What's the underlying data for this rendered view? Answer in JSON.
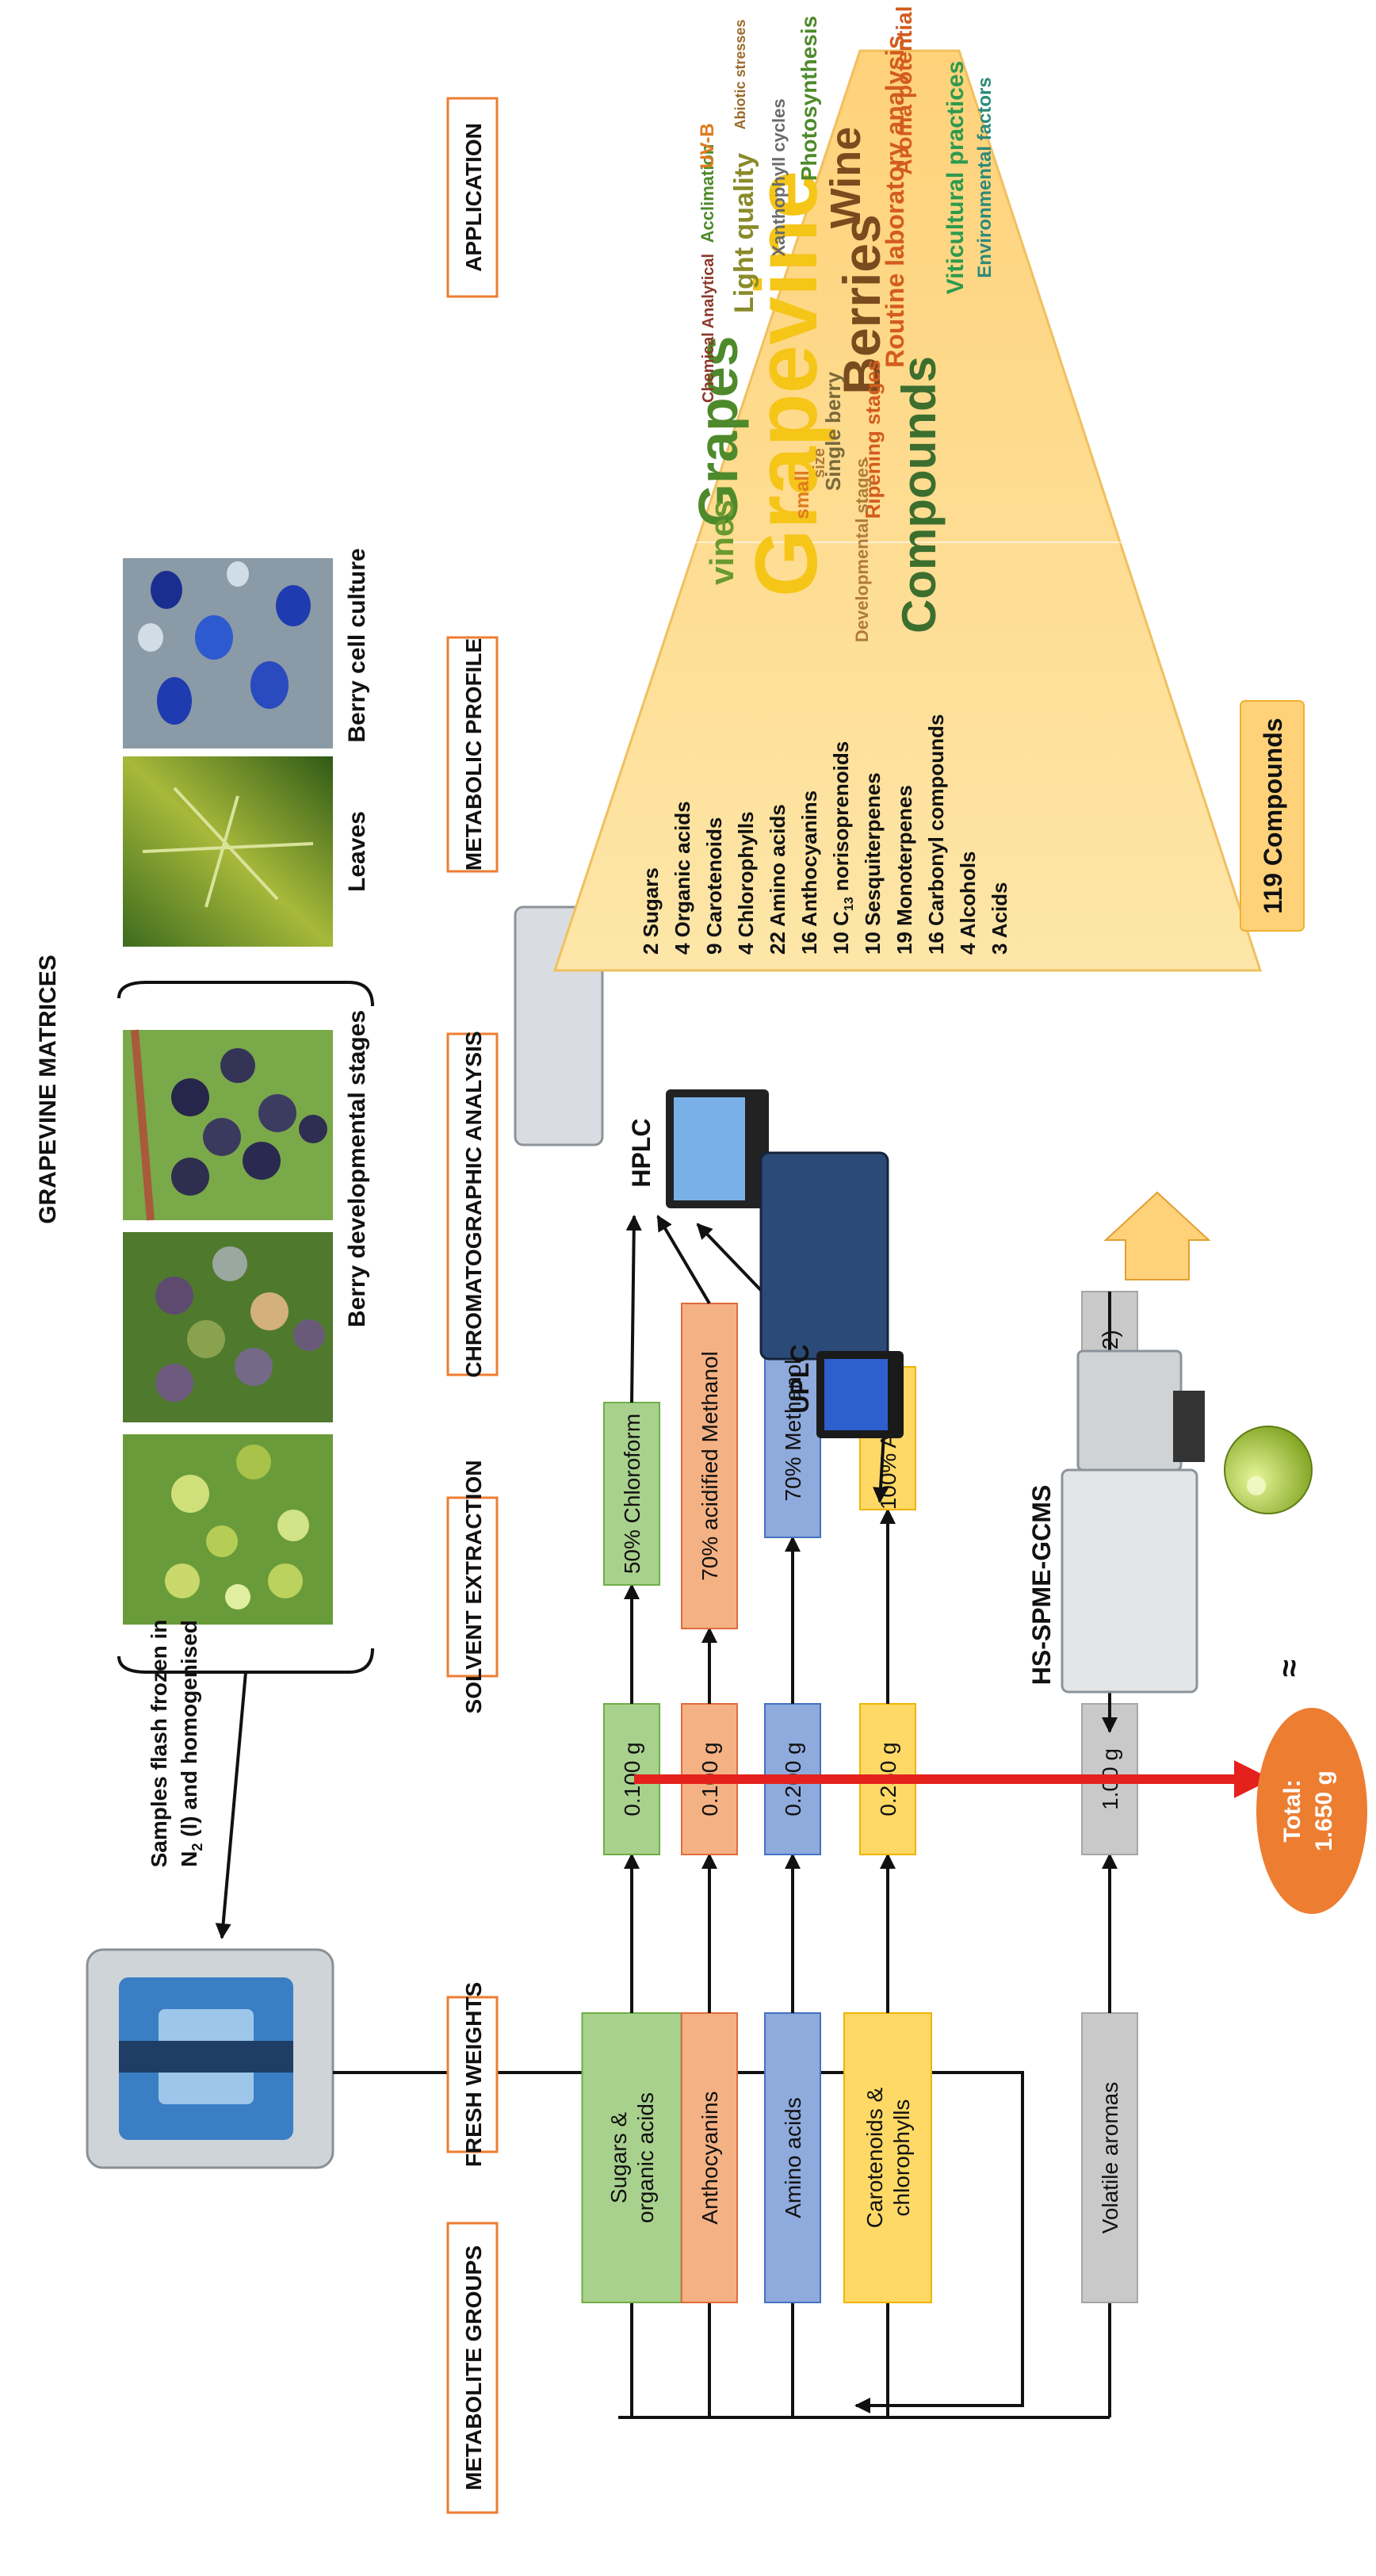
{
  "diagram_title": "GRAPEVINE MATRICES",
  "matrices": {
    "group_label": "Berry developmental stages",
    "leaves_label": "Leaves",
    "culture_label": "Berry cell culture"
  },
  "homogeniser_note": {
    "line1": "Samples flash frozen in",
    "line2_prefix": "N",
    "line2_sub": "2",
    "line2_suffix": " (l) and homogenised"
  },
  "column_headers": [
    "METABOLITE GROUPS",
    "FRESH WEIGHTS",
    "SOLVENT EXTRACTION",
    "CHROMATOGRAPHIC ANALYSIS",
    "METABOLIC PROFILE",
    "APPLICATION"
  ],
  "rows": [
    {
      "group": "Sugars &\norganic acids",
      "weight": "0.100 g",
      "solvent": "50% Chloroform",
      "color": "#a9d18e",
      "border": "#70ad47"
    },
    {
      "group": "Anthocyanins",
      "weight": "0.100 g",
      "solvent": "70% acidified Methanol",
      "color": "#f4b183",
      "border": "#e06c3c"
    },
    {
      "group": "Amino acids",
      "weight": "0.200 g",
      "solvent": "70% Methanol",
      "color": "#8faadc",
      "border": "#4472c4"
    },
    {
      "group": "Carotenoids &\nchlorophylls",
      "weight": "0.250 g",
      "solvent": "100% Acetone",
      "color": "#ffd966",
      "border": "#f0b400"
    },
    {
      "group": "Volatile aromas",
      "weight": "1.00 g",
      "solvent": "5 g/L Tartaric acid (pH 3.2)",
      "color": "#c9c9c9",
      "border": "#a6a6a6"
    }
  ],
  "instruments": [
    "HPLC",
    "UPLC",
    "HS-SPME-GCMS"
  ],
  "total": {
    "line1": "Total:",
    "line2": "1.650 g",
    "color": "#ed7d31"
  },
  "approx_symbol": "≈",
  "profile_items": [
    {
      "text": "2 Sugars"
    },
    {
      "text": "4 Organic acids"
    },
    {
      "text": "9 Carotenoids"
    },
    {
      "text": "4 Chlorophylls"
    },
    {
      "text": "22 Amino acids"
    },
    {
      "text": "16 Anthocyanins"
    },
    {
      "text": "10 C13 norisoprenoids",
      "pre": "10 C",
      "sub": "13",
      "post": " norisoprenoids"
    },
    {
      "text": "10 Sesquiterpenes"
    },
    {
      "text": "19 Monoterpenes"
    },
    {
      "text": "16 Carbonyl compounds"
    },
    {
      "text": "4 Alcohols"
    },
    {
      "text": "3 Acids"
    }
  ],
  "compounds_total": "119 Compounds",
  "word_cloud": [
    {
      "text": "Grapevine",
      "color": "#f5c518"
    },
    {
      "text": "Grapes",
      "color": "#4e8a2b"
    },
    {
      "text": "Berries",
      "color": "#7a4b1e"
    },
    {
      "text": "Compounds",
      "color": "#3c6e2e"
    },
    {
      "text": "Wine",
      "color": "#7a4b1e"
    },
    {
      "text": "vines",
      "color": "#6a9a2e"
    },
    {
      "text": "Light quality",
      "color": "#8a8a2a"
    },
    {
      "text": "Routine laboratory analysis",
      "color": "#d35c1e"
    },
    {
      "text": "Viticultural practices",
      "color": "#2e9a4e"
    },
    {
      "text": "Photosynthesis",
      "color": "#4e8a2b"
    },
    {
      "text": "Aroma potential",
      "color": "#d35c1e"
    },
    {
      "text": "Ripening stages",
      "color": "#d35c1e"
    },
    {
      "text": "Single berry",
      "color": "#7a6a3a"
    },
    {
      "text": "Developmental stages",
      "color": "#b07a3a"
    },
    {
      "text": "Environmental factors",
      "color": "#2e8a7a"
    },
    {
      "text": "Xanthophyll cycles",
      "color": "#6a6a6a"
    },
    {
      "text": "Acclimation",
      "color": "#4e8a2b"
    },
    {
      "text": "Chemical Analytical",
      "color": "#8a3a2a"
    },
    {
      "text": "UV-B",
      "color": "#e07a1e"
    },
    {
      "text": "Abiotic stresses",
      "color": "#9a6a2a"
    },
    {
      "text": "small",
      "color": "#e07a1e"
    },
    {
      "text": "size",
      "color": "#b07a3a"
    }
  ]
}
